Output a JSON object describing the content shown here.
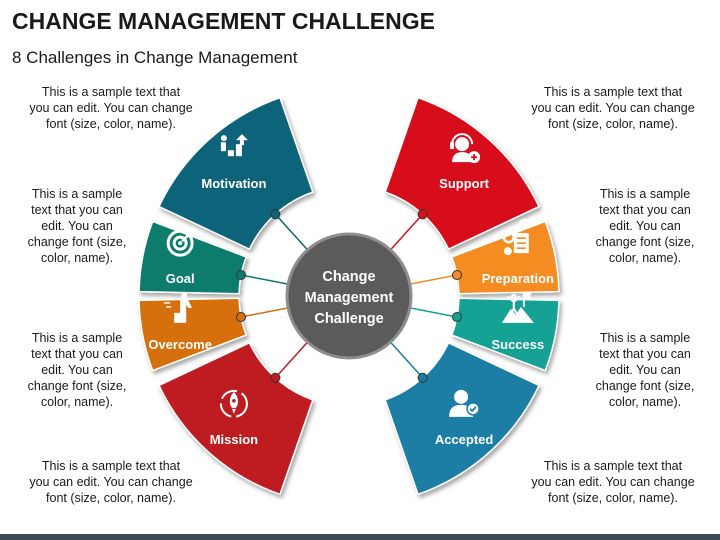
{
  "header": {
    "title": "CHANGE MANAGEMENT CHALLENGE",
    "subtitle": "8 Challenges in Change Management"
  },
  "center": {
    "lines": [
      "Change",
      "Management",
      "Challenge"
    ]
  },
  "segments": [
    {
      "key": "motivation",
      "label": "Motivation",
      "icon": "stairs-climb-icon",
      "color": "#0e6479"
    },
    {
      "key": "goal",
      "label": "Goal",
      "icon": "target-icon",
      "color": "#0f7b6c"
    },
    {
      "key": "overcome",
      "label": "Overcome",
      "icon": "hurdle-icon",
      "color": "#d5700e"
    },
    {
      "key": "mission",
      "label": "Mission",
      "icon": "rocket-icon",
      "color": "#bf1d22"
    },
    {
      "key": "support",
      "label": "Support",
      "icon": "headset-icon",
      "color": "#d8111a"
    },
    {
      "key": "preparation",
      "label": "Preparation",
      "icon": "planning-icon",
      "color": "#f48c22"
    },
    {
      "key": "success",
      "label": "Success",
      "icon": "summit-flag-icon",
      "color": "#15a195"
    },
    {
      "key": "accepted",
      "label": "Accepted",
      "icon": "user-check-icon",
      "color": "#1a7ea4"
    }
  ],
  "descriptions": {
    "motivation": [
      "This is a sample text that",
      "you can edit. You can change",
      "font (size, color, name)."
    ],
    "goal": [
      "This is a sample",
      "text that you can",
      "edit. You can",
      "change font (size,",
      "color, name)."
    ],
    "overcome": [
      "This is a sample",
      "text that you can",
      "edit. You can",
      "change font (size,",
      "color, name)."
    ],
    "mission": [
      "This is a sample text that",
      "you can edit. You can change",
      "font (size, color, name)."
    ],
    "support": [
      "This is a sample text that",
      "you can edit. You can change",
      "font (size, color, name)."
    ],
    "preparation": [
      "This is a sample",
      "text that you can",
      "edit. You can",
      "change font (size,",
      "color, name)."
    ],
    "success": [
      "This is a sample",
      "text that you can",
      "edit. You can",
      "change font (size,",
      "color, name)."
    ],
    "accepted": [
      "This is a sample text that",
      "you can edit. You can change",
      "font (size, color, name)."
    ]
  }
}
